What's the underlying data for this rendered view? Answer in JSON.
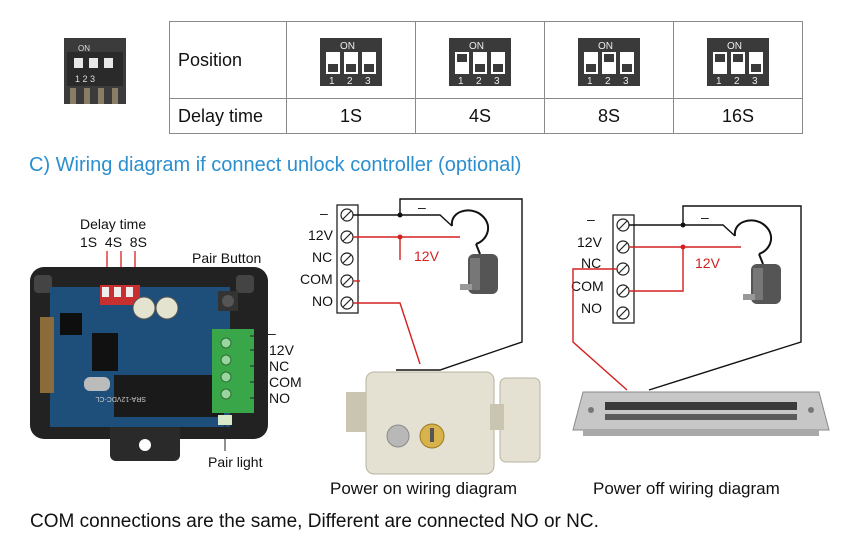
{
  "table": {
    "row1_header": "Position",
    "row2_header": "Delay time",
    "dip_on_label": "ON",
    "dip_numbers": [
      "1",
      "2",
      "3"
    ],
    "delays": [
      "1S",
      "4S",
      "8S",
      "16S"
    ]
  },
  "photo_dip": {
    "on_label": "ON",
    "numbers": "1 2 3"
  },
  "heading": "C) Wiring diagram if connect unlock controller (optional)",
  "board": {
    "delay_title": "Delay time",
    "delay_values": "1S  4S  8S",
    "pair_button": "Pair Button",
    "pair_light": "Pair light",
    "terminals": [
      "–",
      "12V",
      "NC",
      "COM",
      "NO"
    ],
    "relay_text": "SRA-12VDC-CL"
  },
  "diagram_on": {
    "terminals": [
      "–",
      "12V",
      "NC",
      "COM",
      "NO"
    ],
    "minus_wire": "–",
    "v12_wire": "12V",
    "caption": "Power on wiring diagram"
  },
  "diagram_off": {
    "terminals": [
      "–",
      "12V",
      "NC",
      "COM",
      "NO"
    ],
    "minus_wire": "–",
    "v12_wire": "12V",
    "caption": "Power off wiring diagram"
  },
  "footer": "COM connections are the same, Different are connected NO or NC.",
  "colors": {
    "heading": "#2b8fcf",
    "red_wire": "#d42020",
    "board": "#1d4f7a",
    "terminal_block": "#3aa64a"
  }
}
